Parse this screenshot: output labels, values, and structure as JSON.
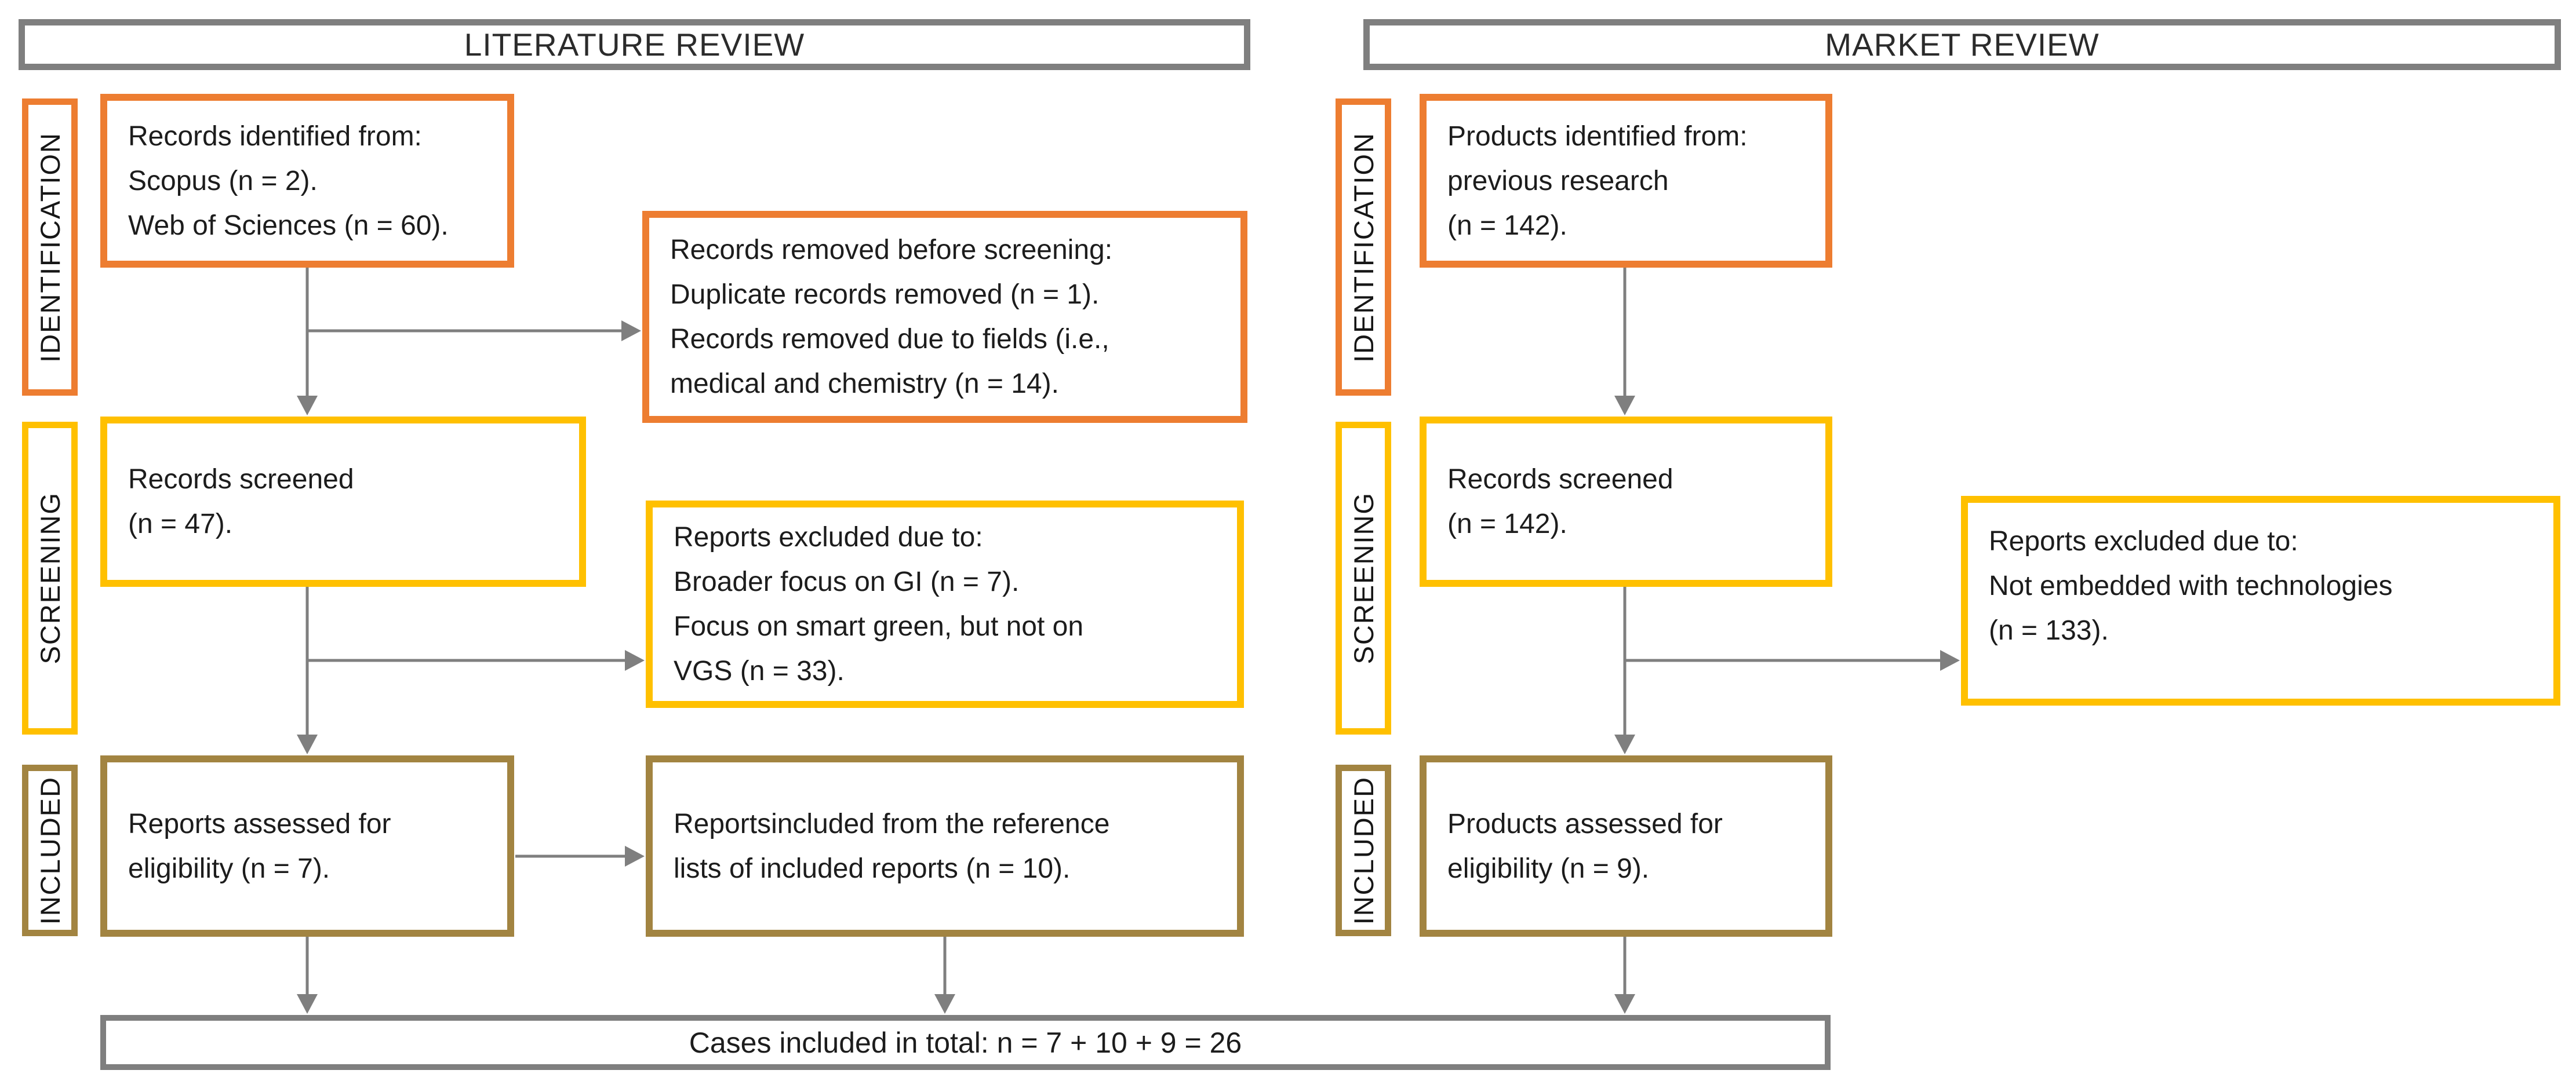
{
  "headers": {
    "literature": "LITERATURE REVIEW",
    "market": "MARKET REVIEW"
  },
  "stages": {
    "identification": "IDENTIFICATION",
    "screening": "SCREENING",
    "included": "INCLUDED"
  },
  "colors": {
    "identification_border": "#ED7D31",
    "screening_border": "#FFC000",
    "included_border": "#A28441",
    "frame_border": "#7F7F7F",
    "arrow": "#7F7F7F",
    "text": "#1C1C1C",
    "background": "#FFFFFF"
  },
  "boxes": {
    "lit_identified": {
      "text": "Records identified from:\nScopus (n = 2).\nWeb of Sciences (n = 60)."
    },
    "lit_removed": {
      "text": "Records removed before screening:\nDuplicate records removed  (n = 1).\nRecords removed due to fields (i.e.,\nmedical and chemistry (n = 14)."
    },
    "lit_screened": {
      "text": "Records screened\n(n = 47)."
    },
    "lit_excluded": {
      "text": "Reports excluded due to:\nBroader focus on GI (n = 7).\nFocus on smart green, but not on\nVGS (n = 33)."
    },
    "lit_assessed": {
      "text": "Reports assessed for\neligibility (n = 7)."
    },
    "lit_ref_included": {
      "text": "Reportsincluded from the reference\nlists of included reports (n = 10)."
    },
    "mkt_identified": {
      "text": "Products identified from:\nprevious research\n(n = 142)."
    },
    "mkt_screened": {
      "text": "Records screened\n(n = 142)."
    },
    "mkt_excluded": {
      "text": "Reports excluded due to:\nNot embedded with technologies\n(n = 133)."
    },
    "mkt_assessed": {
      "text": "Products assessed for\neligibility (n = 9)."
    }
  },
  "total_bar": {
    "text": "Cases included in total: n = 7 + 10 + 9 = 26"
  }
}
